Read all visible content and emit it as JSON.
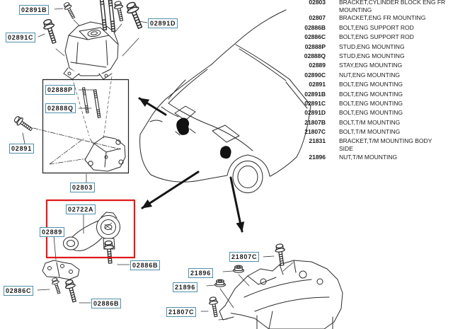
{
  "colors": {
    "highlight_box": "#e01b1b",
    "callout_border": "#4e90a8",
    "line": "#2b2b2b"
  },
  "callouts": {
    "c02891b": "02891B",
    "c02891c": "02891C",
    "c02891d": "02891D",
    "c02888p": "02888P",
    "c02888q": "02888Q",
    "c02891": "02891",
    "c02803": "02803",
    "c02722a": "02722A",
    "c02889": "02889",
    "c02886b_right": "02886B",
    "c02886c": "02886C",
    "c02886b_bottom": "02886B",
    "c21807c_top": "21807C",
    "c21896_upper": "21896",
    "c21896_lower": "21896",
    "c21807c_bottom": "21807C"
  },
  "parts_table": {
    "rows": [
      {
        "num": "02803",
        "desc": "BRACKET,CYLINDER BLOCK ENG FR MOUNTING"
      },
      {
        "num": "02807",
        "desc": "BRACKET,ENG FR MOUNTING"
      },
      {
        "num": "02886B",
        "desc": "BOLT,ENG SUPPORT ROD"
      },
      {
        "num": "02886C",
        "desc": "BOLT,ENG SUPPORT ROD"
      },
      {
        "num": "02888P",
        "desc": "STUD,ENG MOUNTING"
      },
      {
        "num": "02888Q",
        "desc": "STUD,ENG MOUNTING"
      },
      {
        "num": "02889",
        "desc": "STAY,ENG MOUNTING"
      },
      {
        "num": "02890C",
        "desc": "NUT,ENG MOUNTING"
      },
      {
        "num": "02891",
        "desc": "BOLT,ENG MOUNTING"
      },
      {
        "num": "02891B",
        "desc": "BOLT,ENG MOUNTING"
      },
      {
        "num": "02891C",
        "desc": "BOLT,ENG MOUNTING"
      },
      {
        "num": "02891D",
        "desc": "BOLT,ENG MOUNTING"
      },
      {
        "num": "21807B",
        "desc": "BOLT,T/M MOUNTING"
      },
      {
        "num": "21807C",
        "desc": "BOLT,T/M MOUNTING"
      },
      {
        "num": "21831",
        "desc": "BRACKET,T/M MOUNTING BODY SIDE"
      },
      {
        "num": "21896",
        "desc": "NUT,T/M MOUNTING"
      }
    ]
  }
}
